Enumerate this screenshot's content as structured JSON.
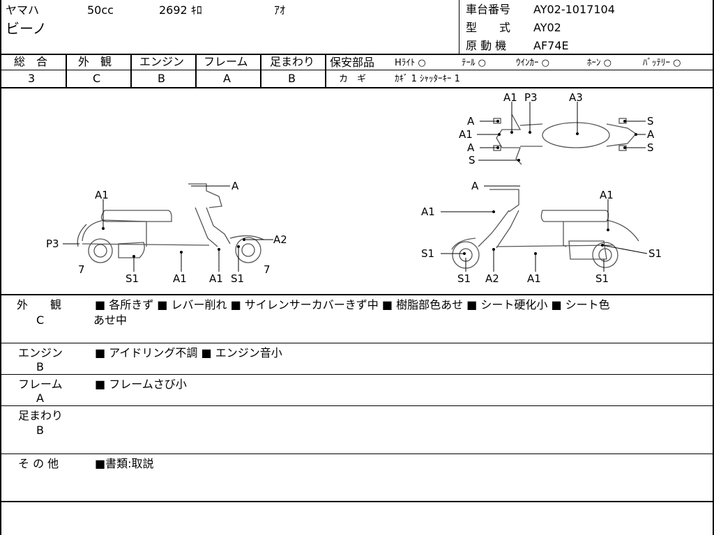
{
  "header": {
    "maker": "ヤマハ",
    "displacement": "50cc",
    "mileage": "2692 ｷﾛ",
    "color": "ｱｵ",
    "model_name": "ビーノ",
    "frame_no_label": "車台番号",
    "frame_no_value": "AY02-1017104",
    "type_label": "型　　式",
    "type_value": "AY02",
    "engine_label": "原 動 機",
    "engine_value": "AF74E"
  },
  "grades": {
    "overall_label": "総　合",
    "overall_value": "3",
    "exterior_label": "外　観",
    "exterior_value": "C",
    "engine_label": "エンジン",
    "engine_value": "B",
    "frame_label": "フレーム",
    "frame_value": "A",
    "suspension_label": "足まわり",
    "suspension_value": "B"
  },
  "safety": {
    "label": "保安部品",
    "items": [
      {
        "name": "Hﾗｲﾄ",
        "mark": "○"
      },
      {
        "name": "ﾃｰﾙ",
        "mark": "○"
      },
      {
        "name": "ｳｲﾝｶｰ",
        "mark": "○"
      },
      {
        "name": "ﾎｰﾝ",
        "mark": "○"
      },
      {
        "name": "ﾊﾞｯﾃﾘｰ",
        "mark": "○"
      }
    ],
    "key_label": "カ　ギ",
    "key_value": "ｶｷﾞ 1 ｼｬｯﾀｰｷｰ 1"
  },
  "diagram": {
    "left": [
      "A",
      "A1",
      "P3",
      "7",
      "S1",
      "A1",
      "A1",
      "S1",
      "7",
      "A2"
    ],
    "top": [
      "A1",
      "P3",
      "A3",
      "A",
      "A1",
      "A",
      "S",
      "S",
      "A",
      "S"
    ],
    "right": [
      "A",
      "A1",
      "A1",
      "S1",
      "S1",
      "A2",
      "A1",
      "S1",
      "S1"
    ]
  },
  "notes": [
    {
      "label": "外　　観",
      "grade": "C",
      "text1": "■ 各所きず ■ レバー削れ ■ サイレンサーカバーきず中 ■ 樹脂部色あせ ■ シート硬化小 ■ シート色",
      "text2": "あせ中"
    },
    {
      "label": "エンジン",
      "grade": "B",
      "text1": "■ アイドリング不調 ■ エンジン音小"
    },
    {
      "label": "フレーム",
      "grade": "A",
      "text1": "■ フレームさび小"
    },
    {
      "label": "足まわり",
      "grade": "B",
      "text1": ""
    },
    {
      "label": "そ の 他",
      "text1": "■書類:取説"
    }
  ]
}
